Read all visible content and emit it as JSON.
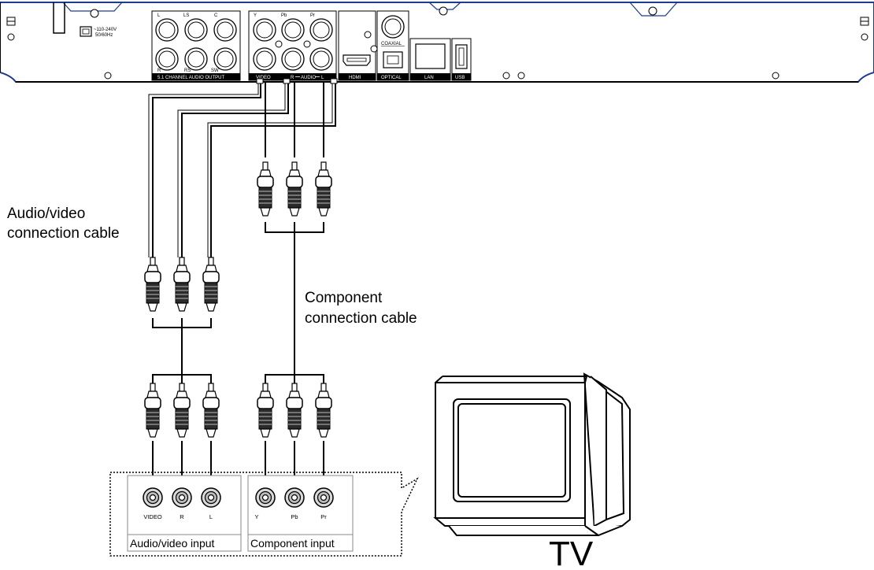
{
  "labels": {
    "av_cable": [
      "Audio/video",
      "connection cable"
    ],
    "component_cable": [
      "Component",
      "connection cable"
    ],
    "tv": "TV"
  },
  "tv_inputs": {
    "av_box_title": "Audio/video input",
    "component_box_title": "Component input",
    "av_jacks": [
      "VIDEO",
      "R",
      "L"
    ],
    "component_jacks": [
      "Y",
      "Pb",
      "Pr"
    ]
  },
  "player_panel": {
    "power_label": [
      "~110-240V",
      "50/60Hz"
    ],
    "surround_jacks": [
      "L",
      "LS",
      "C",
      "R",
      "RS",
      "SW"
    ],
    "surround_title": "5.1 CHANNEL AUDIO OUTPUT",
    "component_jacks": [
      "Y",
      "Pb",
      "Pr"
    ],
    "video_audio_strip": [
      "VIDEO",
      "R",
      "AUDIO",
      "L"
    ],
    "hdmi": "HDMI",
    "coaxial": "COAXIAL",
    "optical": "OPTICAL",
    "lan": "LAN",
    "usb": "USB"
  }
}
